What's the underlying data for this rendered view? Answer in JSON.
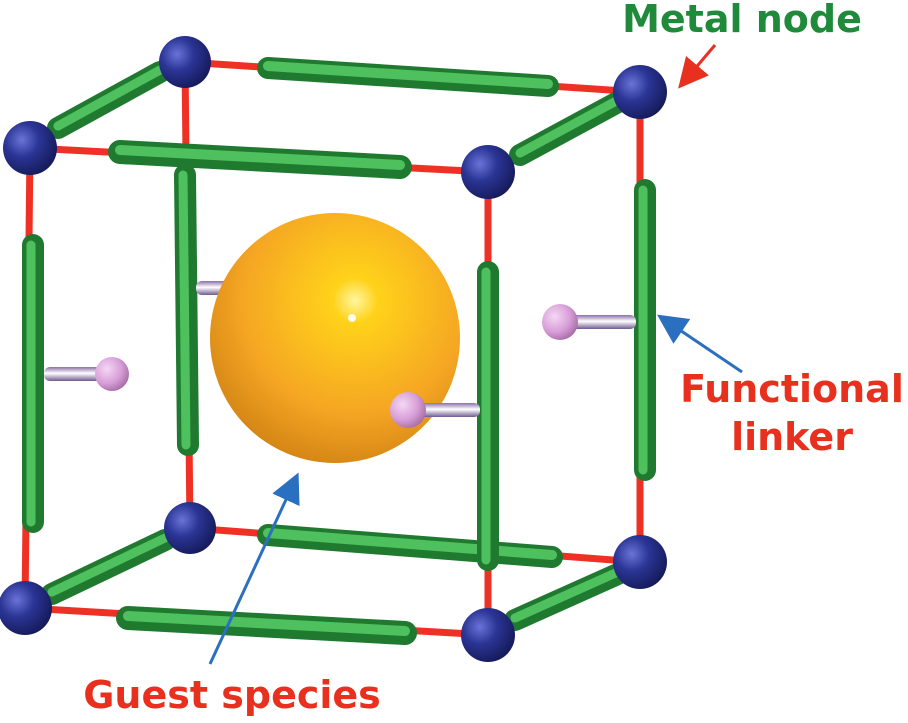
{
  "labels": {
    "metal_node": "Metal node",
    "functional_linker_line1": "Functional",
    "functional_linker_line2": "linker",
    "guest_species": "Guest species"
  },
  "colors": {
    "metal_node": "#2b3595",
    "linker_tube": "#33a447",
    "connector": "#ee3124",
    "guest_sphere": "#f5a623",
    "functional_group": "#d89fd8",
    "metal_label": "#1f8a3a",
    "red_label": "#e8301f",
    "arrow_red": "#e8301f",
    "arrow_blue": "#2b6fc0"
  }
}
